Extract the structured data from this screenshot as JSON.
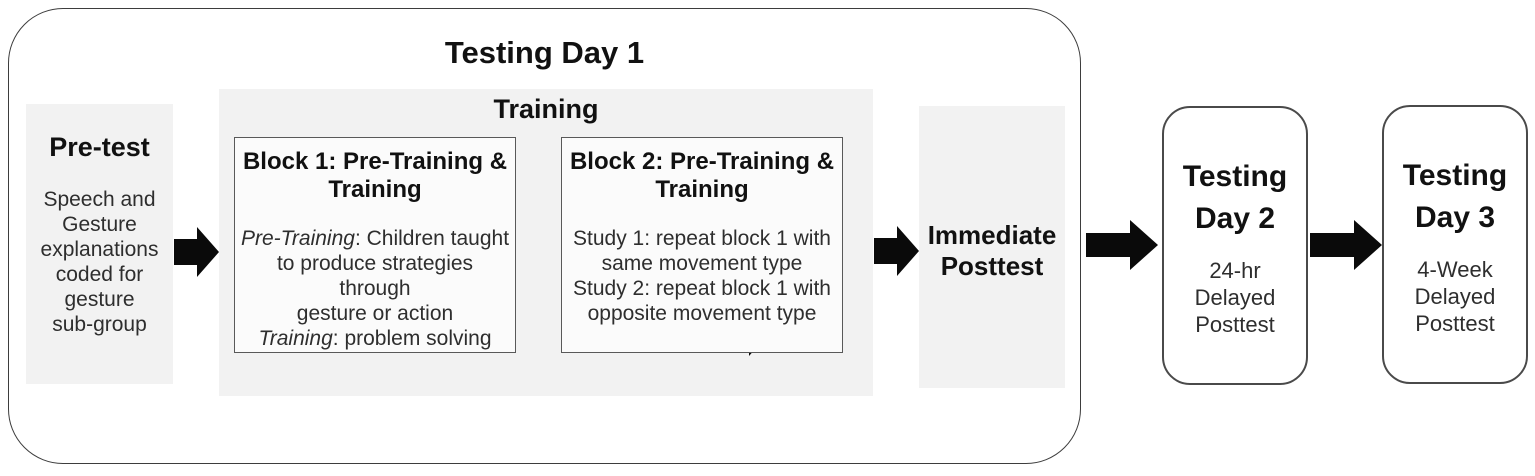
{
  "figure": {
    "day1": {
      "title": "Testing Day 1",
      "pretest": {
        "heading": "Pre-test",
        "body": "Speech and\nGesture\nexplanations\ncoded for\ngesture\nsub-group"
      },
      "training": {
        "heading": "Training",
        "block1": {
          "heading": "Block 1: Pre-Training &\nTraining",
          "pretraining_label": "Pre-Training",
          "pretraining_text": ": Children taught\nto produce strategies through\ngesture or action",
          "training_label": "Training",
          "training_text": ": problem solving"
        },
        "block2": {
          "heading": "Block 2: Pre-Training &\nTraining",
          "body": "Study 1: repeat block 1 with\nsame movement type\nStudy 2: repeat block 1 with\nopposite movement type"
        }
      },
      "posttest": {
        "heading": "Immediate\nPosttest"
      }
    },
    "day2": {
      "title": "Testing\nDay 2",
      "subtitle": "24-hr\nDelayed\nPosttest"
    },
    "day3": {
      "title": "Testing\nDay 3",
      "subtitle": "4-Week\nDelayed\nPosttest"
    }
  },
  "icons": {
    "flow_arrow": "black-right-block-arrow"
  },
  "colors": {
    "background": "#ffffff",
    "panel_bg": "#f2f2f2",
    "inner_block_bg": "#fbfbfb",
    "container_border": "#3d3d3d",
    "inner_block_border": "#595959",
    "day_box_border": "#4a4a4a",
    "arrow": "#0a0a0a",
    "heading_text": "#111111",
    "body_text": "#2e2e2e"
  }
}
